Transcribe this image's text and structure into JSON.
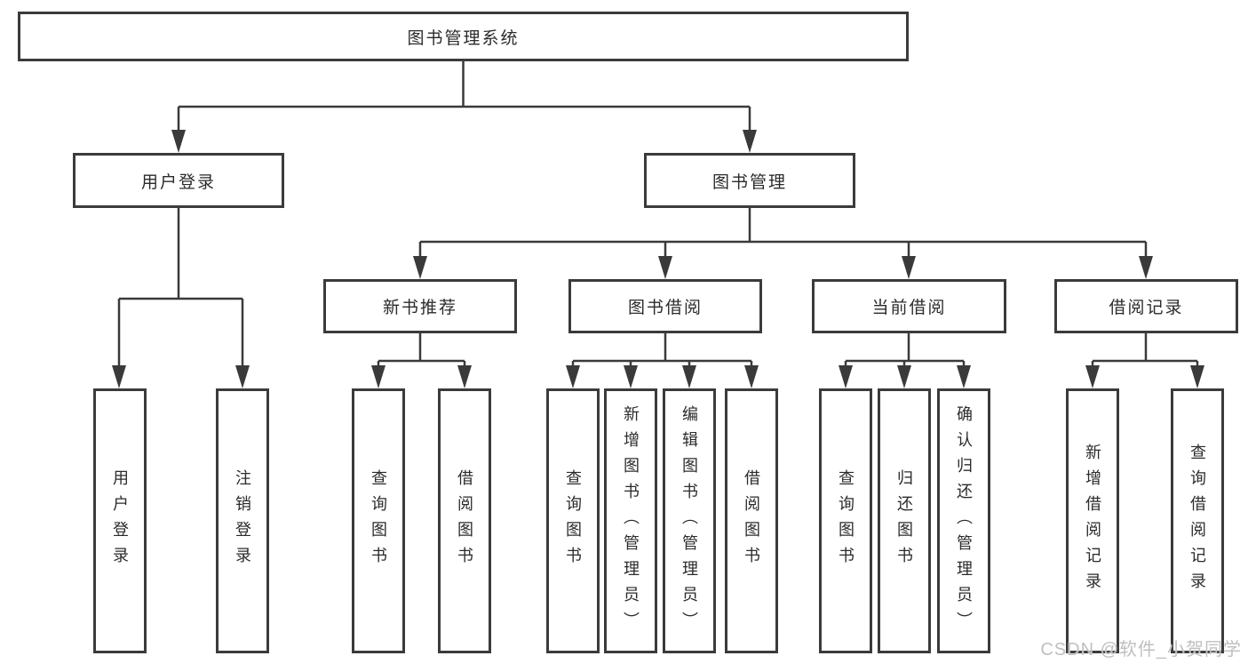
{
  "diagram": {
    "watermark": "CSDN @软件_小贺同学",
    "colors": {
      "line": "#3a3a3a",
      "box_border": "#3b3b3b",
      "box_fill": "#ffffff",
      "text": "#2b2b2b",
      "watermark": "#bfbfbf"
    },
    "tree": {
      "root": {
        "label": "图书管理系统",
        "children": [
          {
            "label": "用户登录",
            "children": [
              {
                "label": "用户登录"
              },
              {
                "label": "注销登录"
              }
            ]
          },
          {
            "label": "图书管理",
            "children": [
              {
                "label": "新书推荐",
                "children": [
                  {
                    "label": "查询图书"
                  },
                  {
                    "label": "借阅图书"
                  }
                ]
              },
              {
                "label": "图书借阅",
                "children": [
                  {
                    "label": "查询图书"
                  },
                  {
                    "label": "新增图书（管理员）"
                  },
                  {
                    "label": "编辑图书（管理员）"
                  },
                  {
                    "label": "借阅图书"
                  }
                ]
              },
              {
                "label": "当前借阅",
                "children": [
                  {
                    "label": "查询图书"
                  },
                  {
                    "label": "归还图书"
                  },
                  {
                    "label": "确认归还（管理员）"
                  }
                ]
              },
              {
                "label": "借阅记录",
                "children": [
                  {
                    "label": "新增借阅记录"
                  },
                  {
                    "label": "查询借阅记录"
                  }
                ]
              }
            ]
          }
        ]
      }
    }
  }
}
